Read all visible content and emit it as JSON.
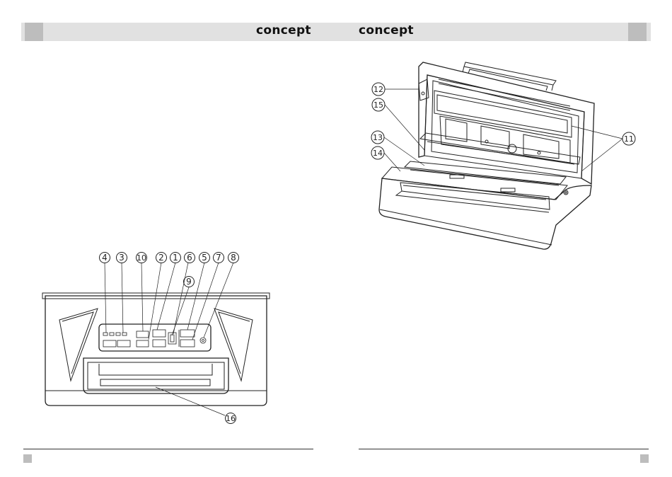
{
  "header": {
    "left_logo": "concept",
    "right_logo": "concept"
  },
  "front_view": {
    "callouts": [
      "4",
      "3",
      "10",
      "2",
      "1",
      "6",
      "5",
      "7",
      "8",
      "9",
      "16"
    ]
  },
  "open_view": {
    "callouts": [
      "12",
      "15",
      "13",
      "14",
      "11"
    ]
  }
}
